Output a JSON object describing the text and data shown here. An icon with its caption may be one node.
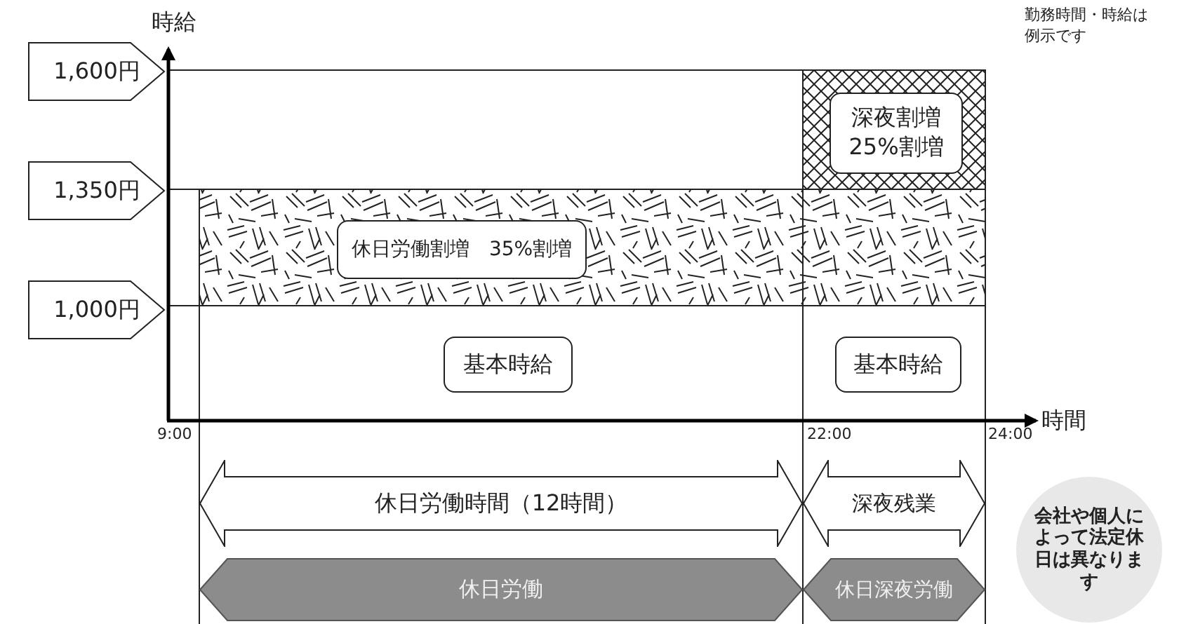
{
  "diagram": {
    "nodes": [
      {
        "text": [
          "1,600円"
        ]
      },
      {
        "text": [
          "1,350円"
        ]
      },
      {
        "text": [
          "1,000円"
        ]
      },
      {
        "text": [
          "深夜割増",
          "25%割増"
        ]
      },
      {
        "text": [
          "休日労働割増　35%割増"
        ]
      },
      {
        "text": [
          "基本時給"
        ]
      },
      {
        "text": [
          "基本時給"
        ]
      },
      {
        "text": [
          "休日労働時間（12時間）"
        ]
      },
      {
        "text": [
          "深夜残業"
        ]
      },
      {
        "text": [
          "休日労働"
        ]
      },
      {
        "text": [
          "休日深夜労働"
        ]
      },
      {
        "text": [
          "会社や個人によって法定休日は異なります"
        ]
      }
    ],
    "edges": [],
    "labels": [
      "時給",
      "勤務時間・時給は例示です",
      "9:00",
      "22:00",
      "24:00",
      "時間"
    ]
  }
}
